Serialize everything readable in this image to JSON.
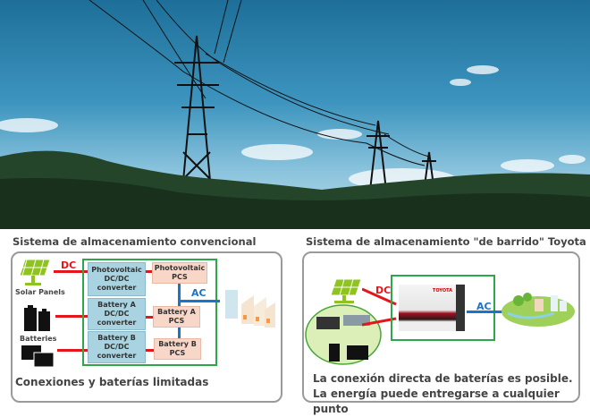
{
  "left": {
    "title": "Sistema de almacenamiento convencional",
    "dc_label": "DC",
    "ac_label": "AC",
    "solar_label": "Solar Panels",
    "batteries_label": "Batteries",
    "boxes": {
      "pv_dcdc": "Photovoltaic DC/DC converter",
      "pv_pcs": "Photovoltaic PCS",
      "a_dcdc": "Battery A DC/DC converter",
      "a_pcs": "Battery A PCS",
      "b_dcdc": "Battery B DC/DC converter",
      "b_pcs": "Battery B PCS"
    },
    "caption": "Conexiones y baterías limitadas"
  },
  "right": {
    "title": "Sistema de almacenamiento \"de barrido\" Toyota",
    "dc_label": "DC",
    "ac_label": "AC",
    "unit_logo": "TOYOTA",
    "caption": "La conexión directa de baterías es posible. La energía puede entregarse a cualquier punto"
  },
  "colors": {
    "dc": "#e5161b",
    "ac": "#1a74c9",
    "frame": "#2ca84a"
  }
}
